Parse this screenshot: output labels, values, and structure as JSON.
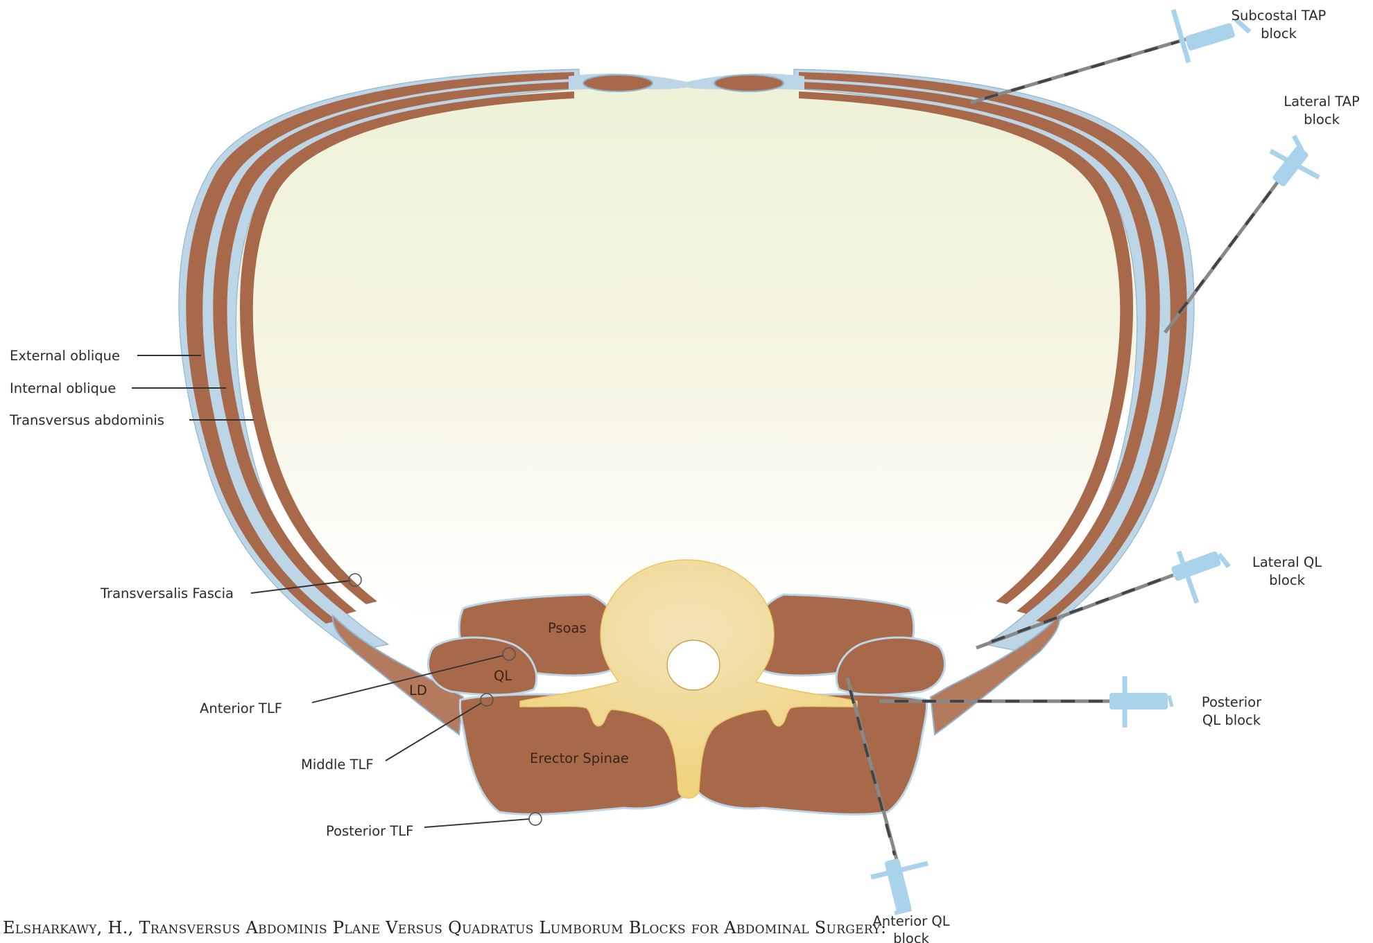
{
  "labels": {
    "external_oblique": "External oblique",
    "internal_oblique": "Internal oblique",
    "transversus_abdominis": "Transversus abdominis",
    "transversalis_fascia": "Transversalis Fascia",
    "anterior_tlf": "Anterior TLF",
    "middle_tlf": "Middle TLF",
    "posterior_tlf": "Posterior TLF",
    "psoas": "Psoas",
    "ql": "QL",
    "ld": "LD",
    "erector_spinae": "Erector Spinae"
  },
  "blocks": {
    "subcostal_tap": [
      "Subcostal TAP",
      "block"
    ],
    "lateral_tap": [
      "Lateral TAP",
      "block"
    ],
    "lateral_ql": [
      "Lateral QL",
      "block"
    ],
    "posterior_ql": [
      "Posterior",
      "QL block"
    ],
    "anterior_ql": [
      "Anterior QL",
      "block"
    ]
  },
  "caption": "Elsharkawy, H., Transversus Abdominis Plane Versus Quadratus Lumborum Blocks for Abdominal Surgery:",
  "colors": {
    "muscle": "#a8694b",
    "fascia": "#bcd6e8",
    "cavity": "#f5f3dc",
    "vertebra": "#f1d98a",
    "syringe": "#a9d3ea"
  }
}
